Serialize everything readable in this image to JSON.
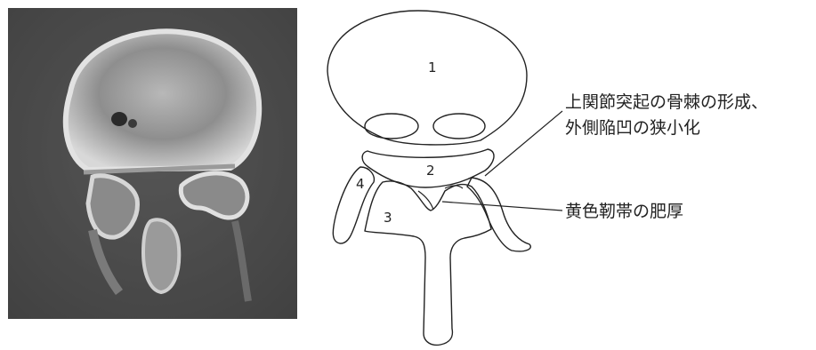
{
  "ct_image": {
    "alt": "CT axial image of lumbar vertebra"
  },
  "diagram": {
    "labels": [
      "1",
      "2",
      "3",
      "4"
    ]
  },
  "annotations": {
    "facet_osteophyte_line1": "上関節突起の骨棘の形成、",
    "facet_osteophyte_line2": "外側陥凹の狭小化",
    "ligamentum_flavum": "黄色靭帯の肥厚"
  }
}
